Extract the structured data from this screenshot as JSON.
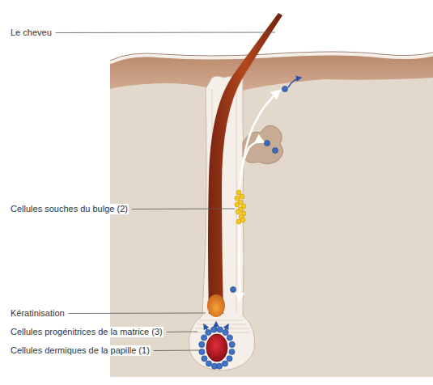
{
  "diagram": {
    "labels": [
      "Le cheveu",
      "Cellules souches du bulge (2)",
      "Kératinisation",
      "Cellules progénitrices de la matrice (3)",
      "Cellules dermiques de la papille (1)"
    ]
  }
}
